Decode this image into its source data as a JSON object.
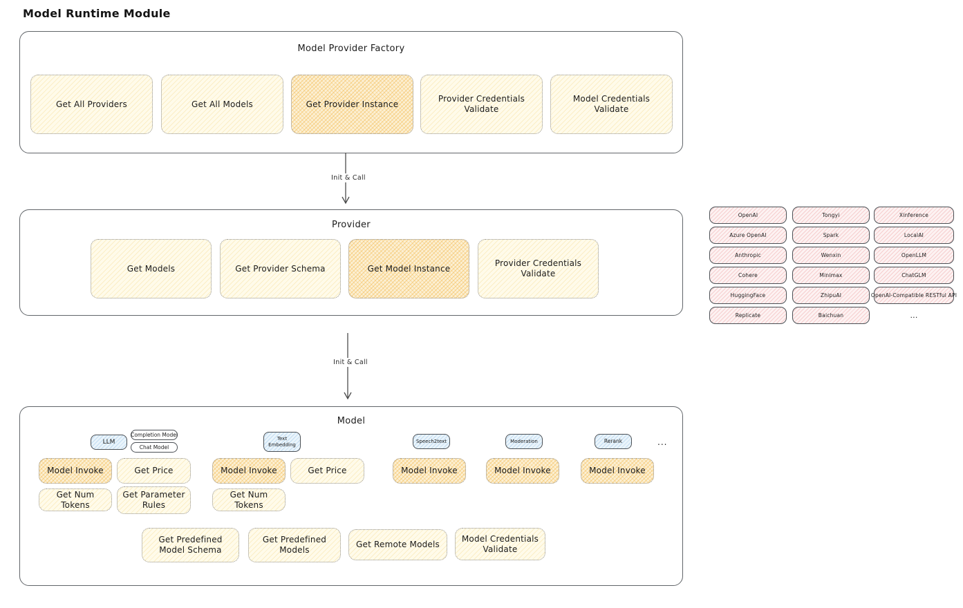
{
  "page": {
    "title": "Model Runtime Module"
  },
  "factory": {
    "title": "Model Provider Factory",
    "items": [
      {
        "label": "Get All Providers",
        "highlight": false
      },
      {
        "label": "Get All Models",
        "highlight": false
      },
      {
        "label": "Get Provider Instance",
        "highlight": true
      },
      {
        "label": "Provider Credentials Validate",
        "highlight": false
      },
      {
        "label": "Model Credentials Validate",
        "highlight": false
      }
    ]
  },
  "arrows": {
    "factory_to_provider": "Init & Call",
    "provider_to_model": "Init & Call"
  },
  "provider": {
    "title": "Provider",
    "items": [
      {
        "label": "Get Models",
        "highlight": false
      },
      {
        "label": "Get Provider Schema",
        "highlight": false
      },
      {
        "label": "Get Model Instance",
        "highlight": true
      },
      {
        "label": "Provider Credentials Validate",
        "highlight": false
      }
    ]
  },
  "providers_grid": {
    "rows": [
      [
        "OpenAI",
        "Tongyi",
        "Xinference"
      ],
      [
        "Azure OpenAI",
        "Spark",
        "LocalAI"
      ],
      [
        "Anthropic",
        "Wenxin",
        "OpenLLM"
      ],
      [
        "Cohere",
        "Minimax",
        "ChatGLM"
      ],
      [
        "HuggingFace",
        "ZhipuAI",
        "OpenAI-Compatible RESTful API"
      ],
      [
        "Replicate",
        "Baichuan",
        "..."
      ]
    ]
  },
  "model": {
    "title": "Model",
    "groups": [
      {
        "tab": "LLM",
        "sub_tabs": [
          "Completion Model",
          "Chat Model"
        ],
        "functions": [
          "Model Invoke",
          "Get Price",
          "Get Num Tokens",
          "Get Parameter Rules"
        ]
      },
      {
        "tab": "Text Embedding",
        "functions": [
          "Model Invoke",
          "Get Price",
          "Get Num Tokens"
        ]
      },
      {
        "tab": "Speech2text",
        "functions": [
          "Model Invoke"
        ]
      },
      {
        "tab": "Moderation",
        "functions": [
          "Model Invoke"
        ]
      },
      {
        "tab": "Rerank",
        "functions": [
          "Model Invoke"
        ]
      }
    ],
    "more_tabs": "...",
    "shared_functions": [
      "Get Predefined Model Schema",
      "Get Predefined Models",
      "Get Remote Models",
      "Model Credentials Validate"
    ]
  },
  "colors": {
    "yellow_fill": "#fffbea",
    "orange_highlight": "#f2b94e",
    "pink_fill": "#fdf2f2",
    "blue_fill": "#eaf4fb",
    "stroke": "#4a4f54"
  }
}
